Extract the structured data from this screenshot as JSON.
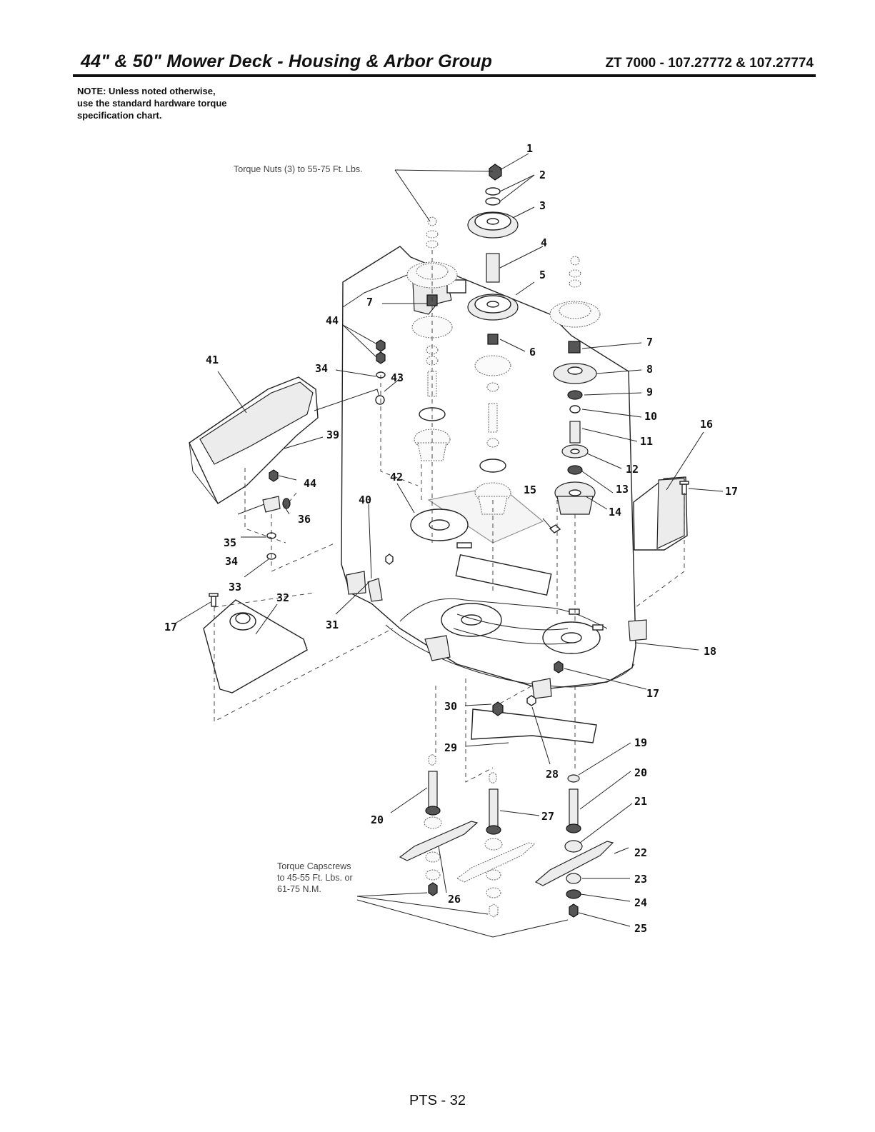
{
  "header": {
    "title": "44\" & 50\" Mower Deck - Housing & Arbor Group",
    "model": "ZT 7000 - 107.27772 & 107.27774"
  },
  "note": {
    "line1": "NOTE: Unless noted otherwise,",
    "line2": "use the standard hardware torque",
    "line3": "specification chart."
  },
  "torque": {
    "nuts": "Torque Nuts (3) to 55-75 Ft. Lbs.",
    "capscrews_1": "Torque Capscrews",
    "capscrews_2": "to 45-55 Ft. Lbs. or",
    "capscrews_3": "61-75 N.M."
  },
  "callouts": [
    "1",
    "2",
    "3",
    "4",
    "5",
    "6",
    "7",
    "7",
    "8",
    "9",
    "10",
    "11",
    "12",
    "13",
    "14",
    "15",
    "16",
    "17",
    "17",
    "17",
    "18",
    "19",
    "20",
    "20",
    "21",
    "22",
    "23",
    "24",
    "25",
    "26",
    "27",
    "28",
    "29",
    "30",
    "31",
    "32",
    "33",
    "34",
    "34",
    "35",
    "36",
    "39",
    "40",
    "41",
    "42",
    "43",
    "44",
    "44"
  ],
  "footer": {
    "page": "PTS - 32"
  }
}
